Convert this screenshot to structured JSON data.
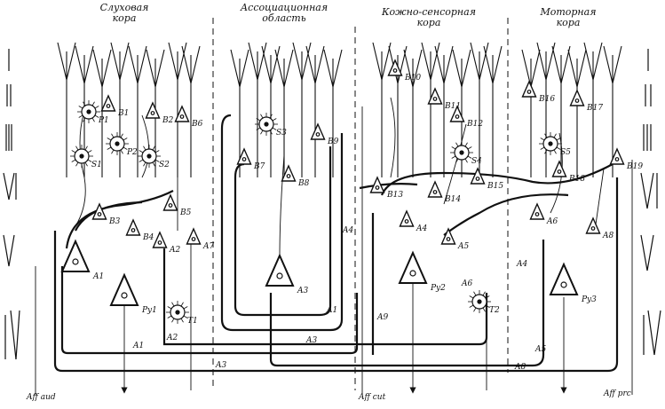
{
  "regions": [
    {
      "line1": "Слуховая",
      "line2": "кора"
    },
    {
      "line1": "Ассоциационная",
      "line2": "область"
    },
    {
      "line1": "Кожно-сенсорная",
      "line2": "кора"
    },
    {
      "line1": "Моторная",
      "line2": "кора"
    }
  ],
  "layers": [
    "I",
    "II",
    "III",
    "IV",
    "V",
    "VI"
  ],
  "afferents": [
    "Aff aud",
    "Aff cut",
    "Aff prc"
  ],
  "cells": [
    "B1",
    "B2",
    "B3",
    "B4",
    "B5",
    "B6",
    "B7",
    "B8",
    "B9",
    "B10",
    "B11",
    "B12",
    "B13",
    "B14",
    "B15",
    "B16",
    "B17",
    "B18",
    "B19",
    "A1",
    "A2",
    "A3",
    "A4",
    "A5",
    "A6",
    "A7",
    "A8",
    "P1",
    "P2",
    "S1",
    "S2",
    "S3",
    "S4",
    "S5",
    "T1",
    "T2",
    "Py1",
    "Py2",
    "Py3"
  ],
  "paths": [
    "A1",
    "A2",
    "A3",
    "A3",
    "A1",
    "A4",
    "A9",
    "A6",
    "A4",
    "A5",
    "A8"
  ]
}
